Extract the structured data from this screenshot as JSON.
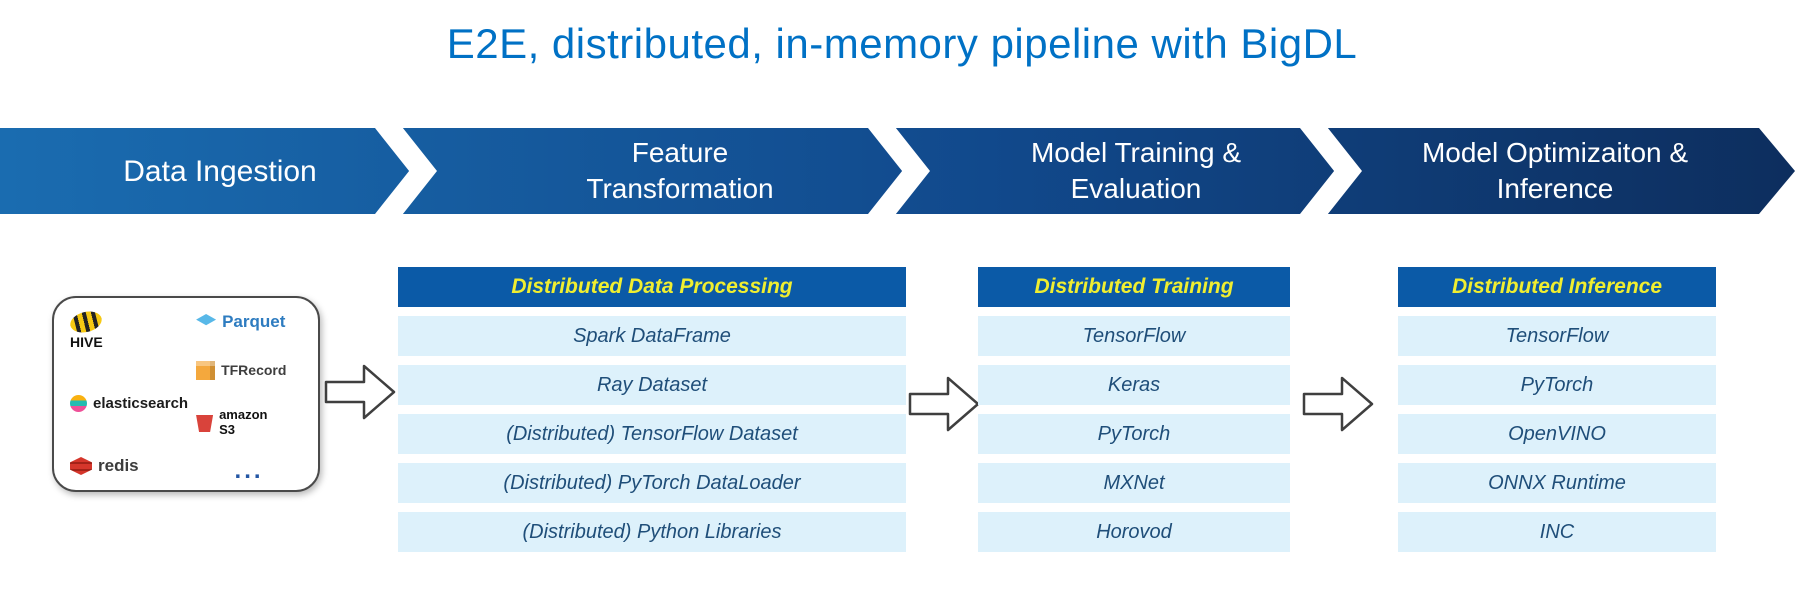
{
  "title": "E2E, distributed, in-memory pipeline with BigDL",
  "colors": {
    "title_blue": "#0071c5",
    "banner_start": "#1a6cb0",
    "banner_end": "#0d2e5e",
    "header_bg": "#0b5aa7",
    "header_text": "#f0ee30",
    "row_bg": "#ddf1fb",
    "row_text": "#1f4e79"
  },
  "pipeline": {
    "stages": [
      {
        "label": "Data Ingestion"
      },
      {
        "label": "Feature Transformation"
      },
      {
        "label": "Model Training & Evaluation"
      },
      {
        "label": "Model Optimizaiton & Inference"
      }
    ]
  },
  "data_ingestion_box": {
    "logos": [
      {
        "id": "hive",
        "label": "HIVE"
      },
      {
        "id": "parquet",
        "label": "Parquet"
      },
      {
        "id": "elasticsearch",
        "label": "elasticsearch"
      },
      {
        "id": "tfrecord",
        "label": "TFRecord"
      },
      {
        "id": "redis",
        "label": "redis"
      },
      {
        "id": "amazon_s3",
        "label": "amazon S3"
      },
      {
        "id": "ellipsis",
        "label": "..."
      }
    ]
  },
  "tables": [
    {
      "header": "Distributed Data Processing",
      "rows": [
        "Spark DataFrame",
        "Ray Dataset",
        "(Distributed) TensorFlow Dataset",
        "(Distributed) PyTorch DataLoader",
        "(Distributed) Python Libraries"
      ]
    },
    {
      "header": "Distributed Training",
      "rows": [
        "TensorFlow",
        "Keras",
        "PyTorch",
        "MXNet",
        "Horovod"
      ]
    },
    {
      "header": "Distributed Inference",
      "rows": [
        "TensorFlow",
        "PyTorch",
        "OpenVINO",
        "ONNX Runtime",
        "INC"
      ]
    }
  ]
}
